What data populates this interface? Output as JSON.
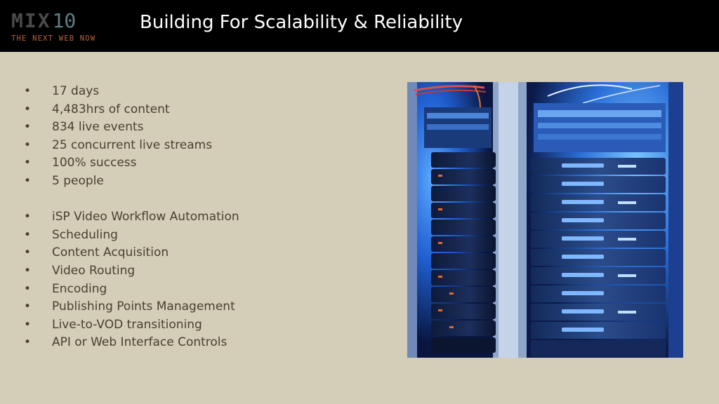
{
  "header": {
    "logo": {
      "mark": "MIX",
      "number": "10",
      "tagline": "THE NEXT WEB NOW"
    },
    "title": "Building For Scalability & Reliability"
  },
  "bullets_group_1": [
    "17 days",
    "4,483hrs of content",
    "834 live events",
    "25 concurrent live streams",
    "100% success",
    "5 people"
  ],
  "bullets_group_2": [
    "iSP Video Workflow Automation",
    "Scheduling",
    "Content Acquisition",
    "Video Routing",
    "Encoding",
    "Publishing Points Management",
    "Live-to-VOD transitioning",
    "API or Web Interface Controls"
  ],
  "bullet_symbol": "•",
  "photo": {
    "icon": "server-rack-photo"
  },
  "colors": {
    "background": "#d4cdb8",
    "header": "#000000",
    "text": "#4a3f2e",
    "title": "#ffffff",
    "logo_accent": "#b5653a"
  }
}
